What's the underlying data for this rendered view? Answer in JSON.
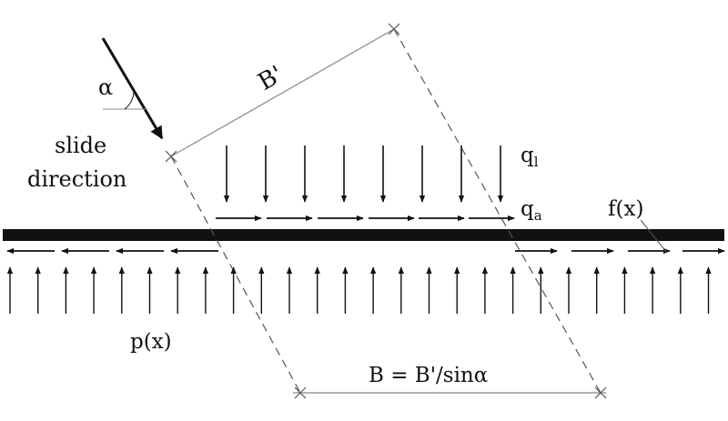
{
  "labels": {
    "alpha": "α",
    "b_prime": "B'",
    "slide_line1": "slide",
    "slide_line2": "direction",
    "q_l": "q",
    "q_l_sub": "l",
    "q_a": "q",
    "q_a_sub": "a",
    "f_x": "f(x)",
    "p_x": "p(x)",
    "b_eq": "B = B'/sinα"
  },
  "colors": {
    "ink": "#111111",
    "dashed": "#555555",
    "thin": "#888888"
  }
}
